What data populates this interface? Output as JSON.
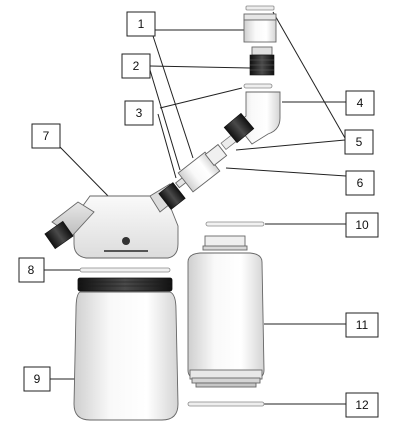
{
  "diagram": {
    "callouts": [
      {
        "id": "1",
        "label": "1"
      },
      {
        "id": "2",
        "label": "2"
      },
      {
        "id": "3",
        "label": "3"
      },
      {
        "id": "4",
        "label": "4"
      },
      {
        "id": "5",
        "label": "5"
      },
      {
        "id": "6",
        "label": "6"
      },
      {
        "id": "7",
        "label": "7"
      },
      {
        "id": "8",
        "label": "8"
      },
      {
        "id": "9",
        "label": "9"
      },
      {
        "id": "10",
        "label": "10"
      },
      {
        "id": "11",
        "label": "11"
      },
      {
        "id": "12",
        "label": "12"
      }
    ],
    "colors": {
      "body_light": "#f7f7f7",
      "body_shade": "#d9d9d9",
      "thread_dark": "#2a2a2a",
      "line": "#222222"
    }
  }
}
